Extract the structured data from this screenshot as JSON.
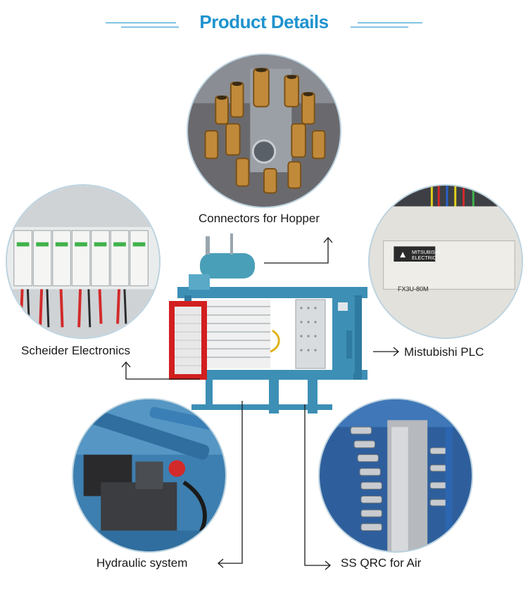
{
  "header": {
    "title": "Product Details",
    "accent_color": "#1f93cf"
  },
  "callouts": {
    "hopper": "Connectors for Hopper",
    "schneider": "Scheider Electronics",
    "plc": "Mistubishi PLC",
    "hydraulic": "Hydraulic system",
    "qrc": "SS QRC for Air"
  },
  "plc_panel": {
    "brand_line1": "MITSUBISHI",
    "brand_line2": "ELECTRIC",
    "model": "FX3U-80M"
  },
  "icons": [
    "arrow-icon"
  ],
  "colors": {
    "machine_blue": "#3d8fb5",
    "guard_red": "#d21f1f",
    "brass": "#c08a3a"
  }
}
